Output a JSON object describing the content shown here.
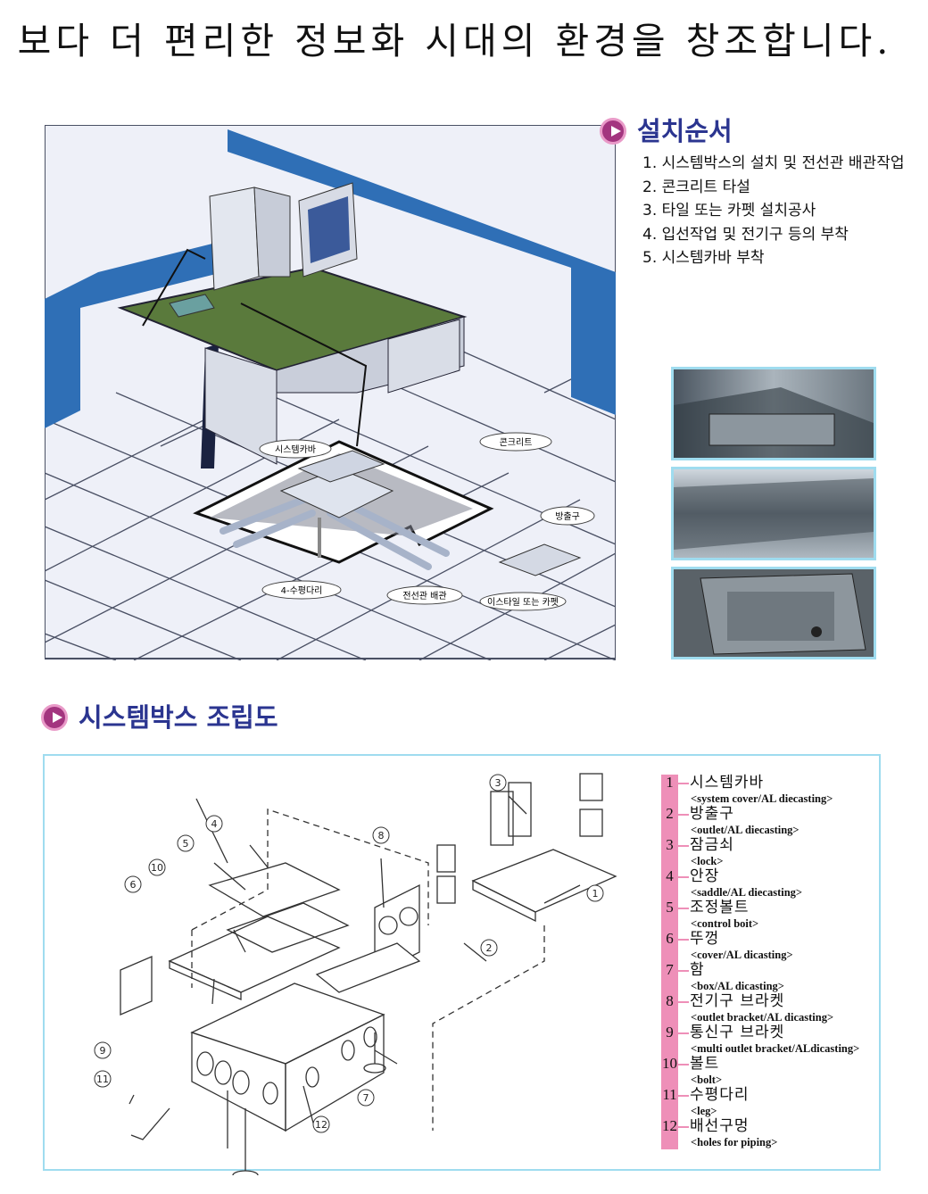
{
  "title": "보다 더 편리한 정보화 시대의 환경을 창조합니다.",
  "install": {
    "heading": "설치순서",
    "steps": [
      "1. 시스템박스의 설치 및 전선관 배관작업",
      "2. 콘크리트 타설",
      "3. 타일 또는 카펫 설치공사",
      "4. 입선작업 및 전기구 등의 부착",
      "5. 시스템카바 부착"
    ]
  },
  "scene_labels": {
    "system_cover": "시스템카바",
    "concrete": "콘크리트",
    "outlet": "방출구",
    "leg": "4-수평다리",
    "piping": "전선관 배관",
    "tile": "이스타일 또는 카펫"
  },
  "assembly": {
    "heading": "시스템박스 조립도",
    "parts": [
      {
        "num": "1",
        "ko": "시스템카바",
        "en": "<system cover/AL diecasting>"
      },
      {
        "num": "2",
        "ko": "방출구",
        "en": "<outlet/AL diecasting>"
      },
      {
        "num": "3",
        "ko": "잠금쇠",
        "en": "<lock>"
      },
      {
        "num": "4",
        "ko": "안장",
        "en": "<saddle/AL diecasting>"
      },
      {
        "num": "5",
        "ko": "조정볼트",
        "en": "<control boit>"
      },
      {
        "num": "6",
        "ko": "뚜껑",
        "en": "<cover/AL dicasting>"
      },
      {
        "num": "7",
        "ko": "함",
        "en": "<box/AL dicasting>"
      },
      {
        "num": "8",
        "ko": "전기구  브라켓",
        "en": "<outlet bracket/AL dicasting>"
      },
      {
        "num": "9",
        "ko": "통신구  브라켓",
        "en": "<multi outlet bracket/ALdicasting>"
      },
      {
        "num": "10",
        "ko": "볼트",
        "en": "<bolt>"
      },
      {
        "num": "11",
        "ko": "수평다리",
        "en": "<leg>"
      },
      {
        "num": "12",
        "ko": "배선구멍",
        "en": "<holes for piping>"
      }
    ]
  },
  "colors": {
    "heading": "#2b3590",
    "accent": "#a3357f",
    "legend_bar": "#ee8fb8",
    "frame": "#9fdcef",
    "partition": "#2f6fb6"
  }
}
